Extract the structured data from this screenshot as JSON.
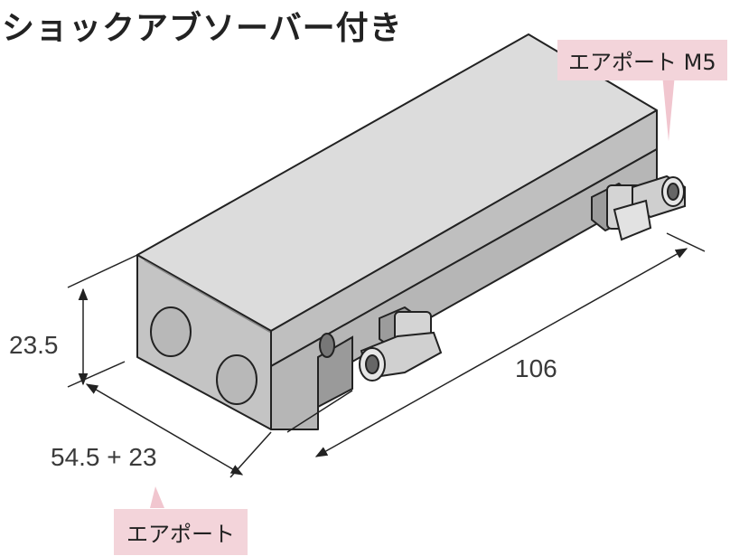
{
  "title": "ショックアブソーバー付き",
  "callouts": {
    "air_port_m5": "エアポート M5",
    "air_port": "エアポート"
  },
  "dimensions": {
    "height": "23.5",
    "length": "106",
    "width": "54.5 + 23"
  },
  "colors": {
    "callout_bg": "#f3d4da",
    "callout_pointer": "#f1c6cf",
    "top_face": "#dcdcdc",
    "front_face": "#c4c4c4",
    "side_face": "#b0b0b0",
    "outline": "#222222"
  }
}
